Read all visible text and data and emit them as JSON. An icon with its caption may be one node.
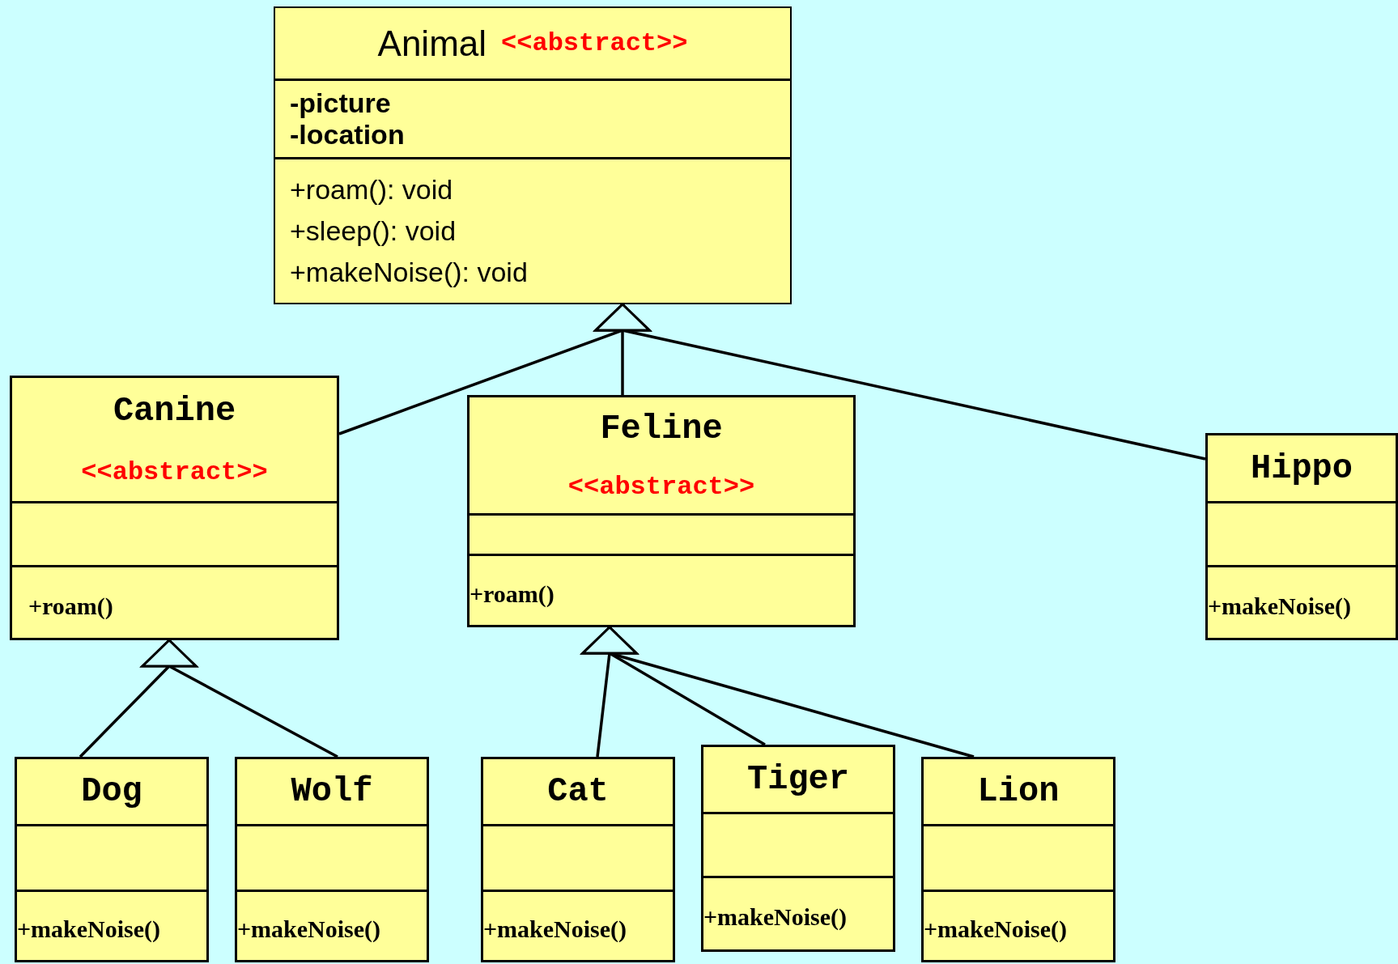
{
  "diagram": {
    "nodes": [
      {
        "text": [
          "Animal",
          "<<abstract>>",
          "-picture",
          "-location",
          "+roam(): void",
          "+sleep(): void",
          "+makeNoise(): void"
        ]
      },
      {
        "text": [
          "Canine",
          "<<abstract>>",
          "+roam()"
        ]
      },
      {
        "text": [
          "Feline",
          "<<abstract>>",
          "+roam()"
        ]
      },
      {
        "text": [
          "Hippo",
          "+makeNoise()"
        ]
      },
      {
        "text": [
          "Dog",
          "+makeNoise()"
        ]
      },
      {
        "text": [
          "Wolf",
          "+makeNoise()"
        ]
      },
      {
        "text": [
          "Cat",
          "+makeNoise()"
        ]
      },
      {
        "text": [
          "Tiger",
          "+makeNoise()"
        ]
      },
      {
        "text": [
          "Lion",
          "+makeNoise()"
        ]
      }
    ],
    "edges": [
      {
        "from": 1,
        "to": 0,
        "arrow": "to"
      },
      {
        "from": 2,
        "to": 0,
        "arrow": "to"
      },
      {
        "from": 3,
        "to": 0,
        "arrow": "to"
      },
      {
        "from": 4,
        "to": 1,
        "arrow": "to"
      },
      {
        "from": 5,
        "to": 1,
        "arrow": "to"
      },
      {
        "from": 6,
        "to": 2,
        "arrow": "to"
      },
      {
        "from": 7,
        "to": 2,
        "arrow": "to"
      },
      {
        "from": 8,
        "to": 2,
        "arrow": "to"
      }
    ]
  }
}
